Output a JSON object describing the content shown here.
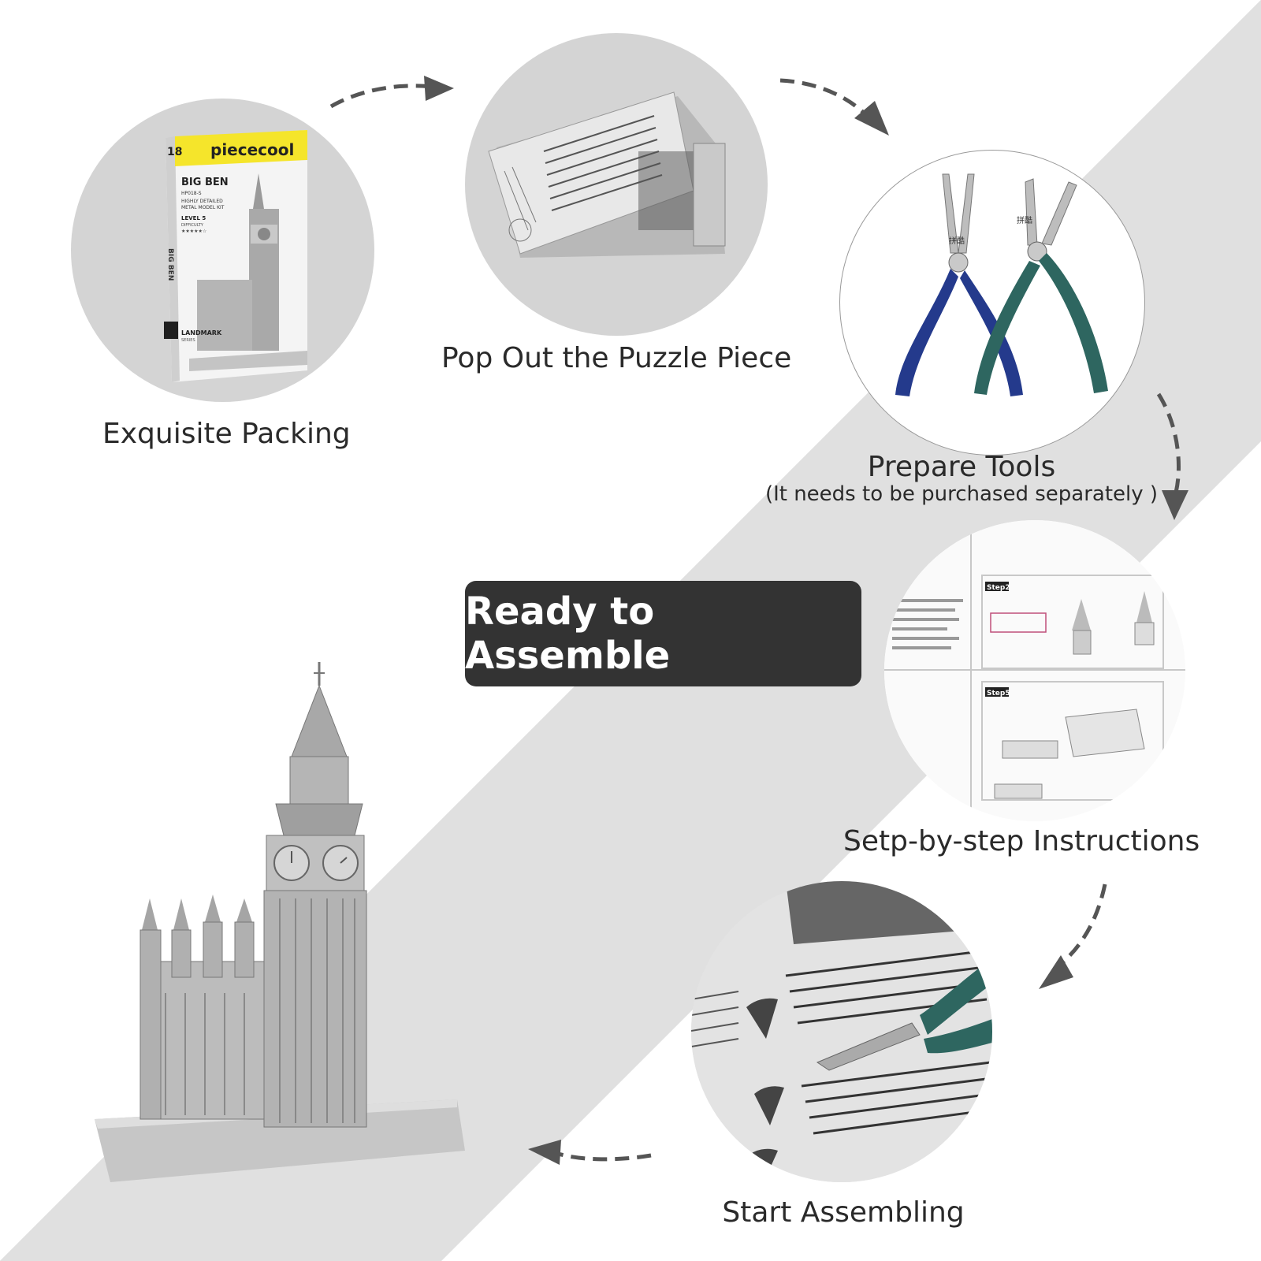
{
  "colors": {
    "band": "#e0e0e0",
    "circle_gray": "#d4d4d4",
    "text": "#2a2a2a",
    "ready_bg": "#333333",
    "pliers_blue": "#243a8c",
    "pliers_green": "#2e6660"
  },
  "steps": [
    {
      "label": "Exquisite Packing",
      "icon": "kit-box-image"
    },
    {
      "label": "Pop Out the Puzzle Piece",
      "icon": "metal-sheet-image"
    },
    {
      "label": "Prepare Tools",
      "sublabel": "(It needs to be purchased separately  )",
      "icon": "pliers-image"
    },
    {
      "label": "Setp-by-step Instructions",
      "icon": "instruction-manual-image"
    },
    {
      "label": "Start Assembling",
      "icon": "assembling-image"
    }
  ],
  "ready": {
    "label": "Ready to Assemble"
  },
  "box": {
    "brand": "piececool",
    "badge": "18",
    "title": "BIG BEN",
    "code": "HP018-S",
    "desc1": "HIGHLY DETAILED",
    "desc2": "METAL MODEL KIT",
    "level": "LEVEL 5",
    "difficulty": "DIFFICULTY",
    "spine": "BIG BEN",
    "series": "LANDMARK",
    "series_sub": "SERIES"
  },
  "pliers": {
    "mark": "拼酷"
  },
  "manual": {
    "step2": "Step2",
    "step5": "Step5"
  }
}
